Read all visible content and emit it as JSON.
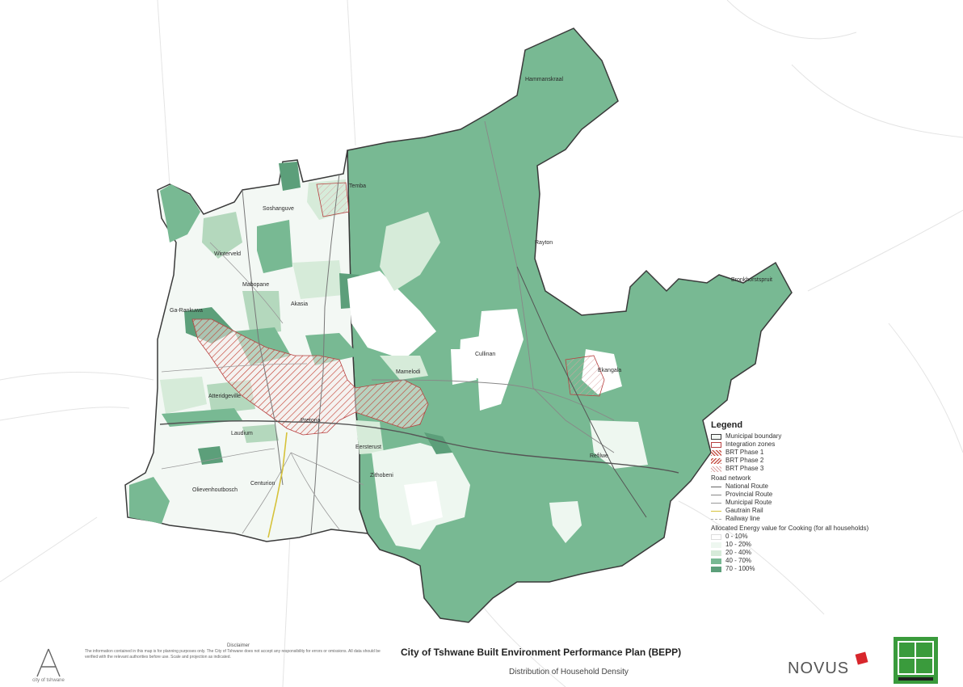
{
  "title": "City of Tshwane Built Environment Performance Plan (BEPP)",
  "subtitle": "Distribution of Household Density",
  "colors": {
    "background": "#ffffff",
    "class_1": "#ffffff",
    "class_2": "#eef7f0",
    "class_3": "#d6ebd9",
    "class_4": "#b4d8bd",
    "class_5": "#78b993",
    "class_6": "#5c9f7a",
    "boundary": "#3a3a3a",
    "hatch": "#c0392b",
    "rail": "#d6c23a"
  },
  "legend": {
    "title": "Legend",
    "items": [
      {
        "label": "Municipal boundary",
        "type": "boundary"
      },
      {
        "label": "Integration zones",
        "type": "zone"
      },
      {
        "label": "BRT Phase 1",
        "type": "hatch"
      },
      {
        "label": "BRT Phase 2",
        "type": "hatch"
      },
      {
        "label": "BRT Phase 3",
        "type": "hatch-light"
      }
    ],
    "roads_title": "Road network",
    "roads": [
      {
        "label": "National Route",
        "color": "#666666"
      },
      {
        "label": "Provincial Route",
        "color": "#888888"
      },
      {
        "label": "Municipal Route",
        "color": "#999999"
      },
      {
        "label": "Gautrain Rail",
        "color": "#d6c23a"
      },
      {
        "label": "Railway line",
        "color": "#b0b0b0"
      }
    ],
    "density_title": "Allocated Energy value for Cooking (for all households)",
    "density_classes": [
      {
        "label": "0 - 10%"
      },
      {
        "label": "10 - 20%"
      },
      {
        "label": "20 - 40%"
      },
      {
        "label": "40 - 70%"
      },
      {
        "label": "70 - 100%"
      }
    ]
  },
  "places": [
    "Hammanskraal",
    "Temba",
    "Soshanguve",
    "Winterveld",
    "Mabopane",
    "Ga-Rankuwa",
    "Akasia",
    "Pretoria",
    "Centurion",
    "Mamelodi",
    "Bronkhorstspruit",
    "Rayton",
    "Cullinan",
    "Refilwe",
    "Olievenhoutbosch",
    "Atteridgeville",
    "Laudium",
    "Eersterust",
    "Ekangala",
    "Zithobeni"
  ],
  "disclaimer": {
    "heading": "Disclaimer",
    "text": "The information contained in this map is for planning purposes only. The City of Tshwane does not accept any responsibility for errors or omissions. All data should be verified with the relevant authorities before use. Scale and projection as indicated."
  },
  "branding": {
    "left": "city of tshwane",
    "novus": "NOVUS"
  }
}
